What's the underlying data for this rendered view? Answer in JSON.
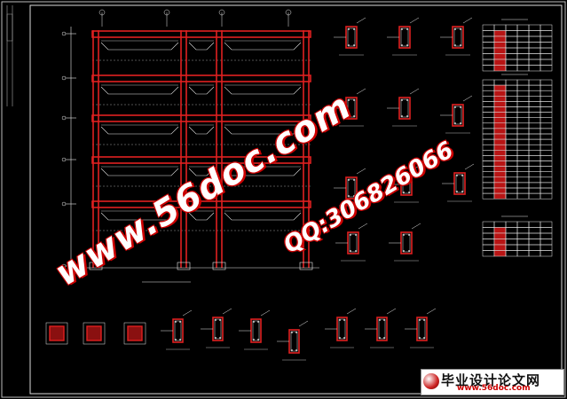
{
  "watermark": {
    "url_text": "www.56doc.com",
    "qq_text": "QQ:306826066"
  },
  "logo": {
    "title": "毕业设计论文网",
    "url": "www.56doc.com"
  },
  "colors": {
    "background": "#000000",
    "frame_line": "#ffffff",
    "beam": "#e02020",
    "column": "#e02020",
    "table_fill": "#c01818"
  }
}
